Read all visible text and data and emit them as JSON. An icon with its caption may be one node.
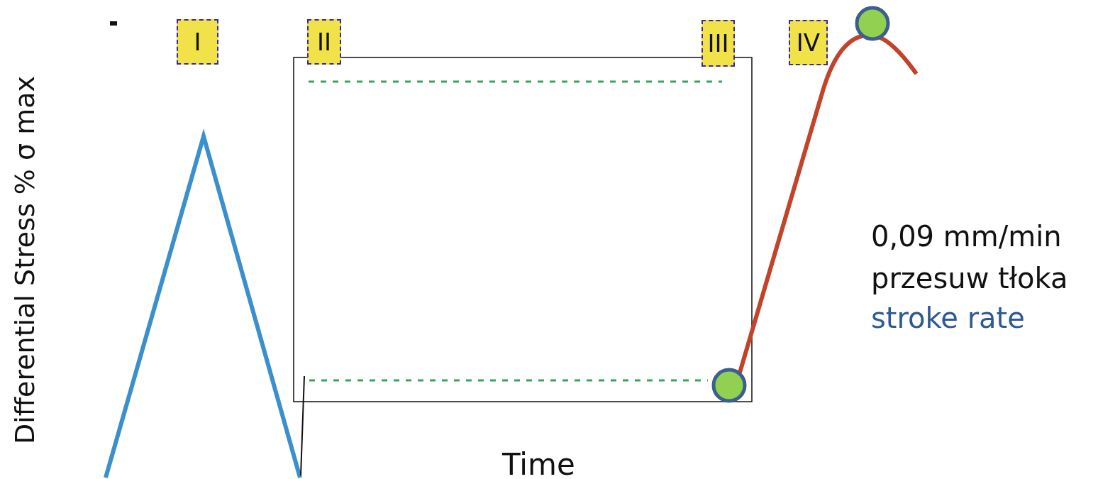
{
  "diagram": {
    "nodes": [
      {
        "text": [
          "I"
        ]
      },
      {
        "text": [
          "II"
        ]
      },
      {
        "text": [
          "III"
        ]
      },
      {
        "text": [
          "IV"
        ]
      }
    ],
    "labels": [
      "Differential Stress % σ max",
      "0,09 mm/min",
      "przesuw tłoka",
      "stroke rate",
      "Time"
    ]
  }
}
